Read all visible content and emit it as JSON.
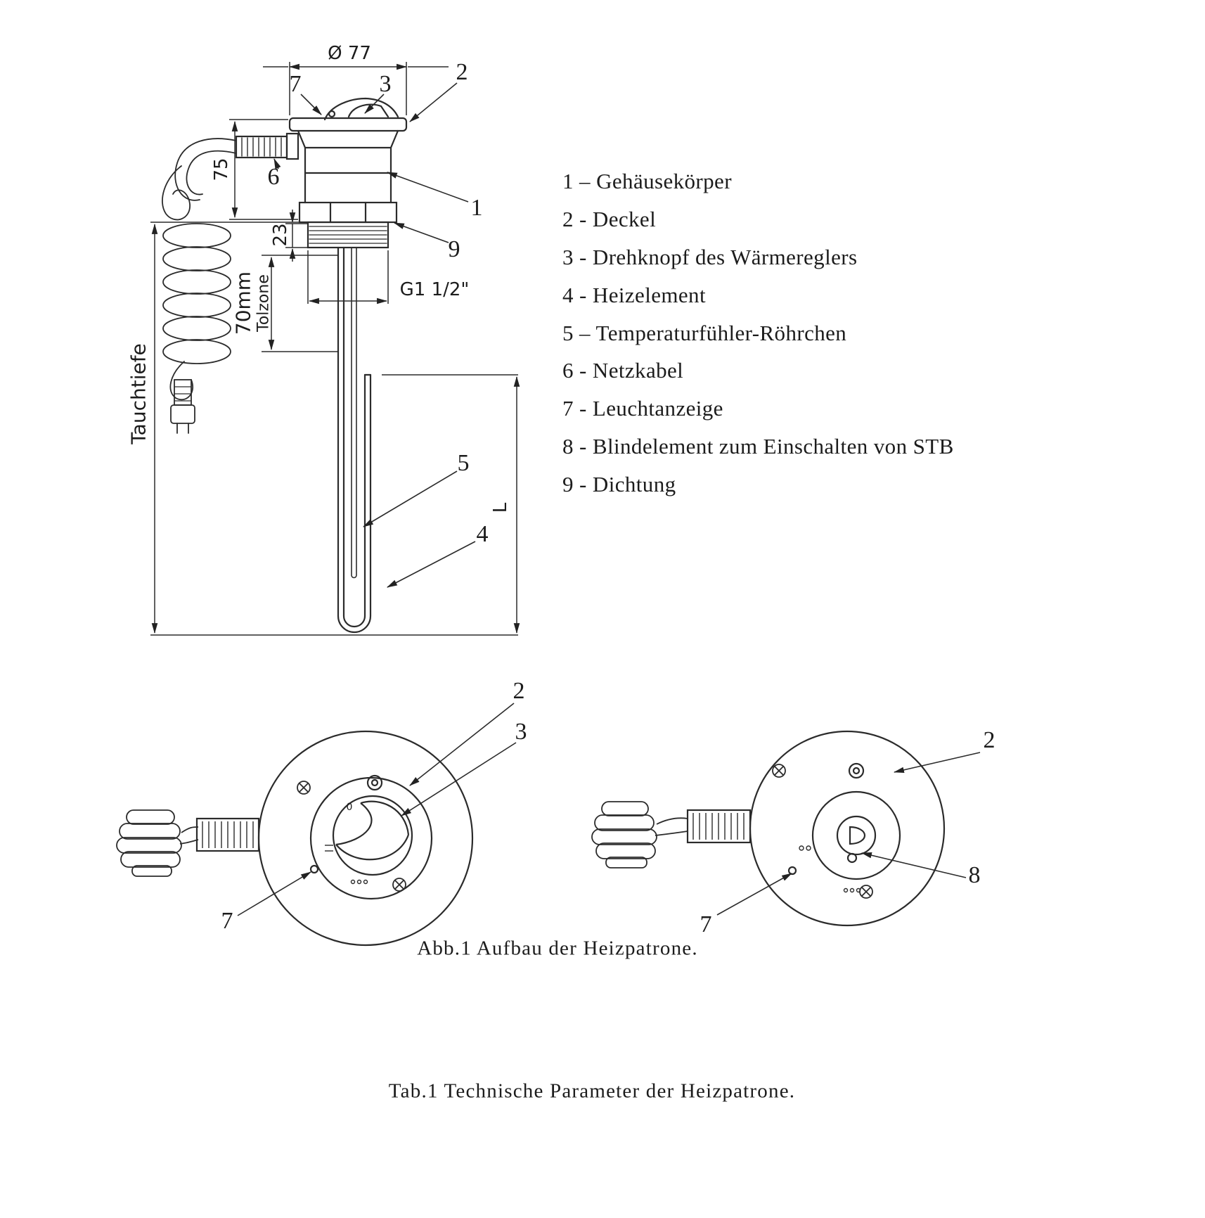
{
  "legend": {
    "items": [
      "1 – Gehäusekörper",
      "2 - Deckel",
      "3 - Drehknopf des Wärmereglers",
      "4 - Heizelement",
      "5 – Temperaturfühler-Röhrchen",
      "6 - Netzkabel",
      "7 - Leuchtanzeige",
      "8 - Blindelement zum Einschalten von STB",
      "9 - Dichtung"
    ]
  },
  "dimensions": {
    "diameter": "Ø 77",
    "head_height": "75",
    "thread_height": "23",
    "tolzone_value": "70mm",
    "tolzone_label": "Tolzone",
    "immersion_depth": "Tauchtiefe",
    "thread_size": "G1 1/2\"",
    "element_length": "L"
  },
  "callouts": {
    "side_view": {
      "n7": "7",
      "n3": "3",
      "n2": "2",
      "n6": "6",
      "n1": "1",
      "n9": "9",
      "n5": "5",
      "n4": "4"
    },
    "front_view_left": {
      "n2": "2",
      "n3": "3",
      "n7": "7"
    },
    "front_view_right": {
      "n2": "2",
      "n8": "8",
      "n7": "7"
    }
  },
  "markings": {
    "knob_zero": "0"
  },
  "captions": {
    "figure": "Abb.1 Aufbau der Heizpatrone.",
    "table": "Tab.1 Technische Parameter der Heizpatrone."
  },
  "colors": {
    "ink": "#2b2b2b",
    "paper": "#ffffff"
  }
}
